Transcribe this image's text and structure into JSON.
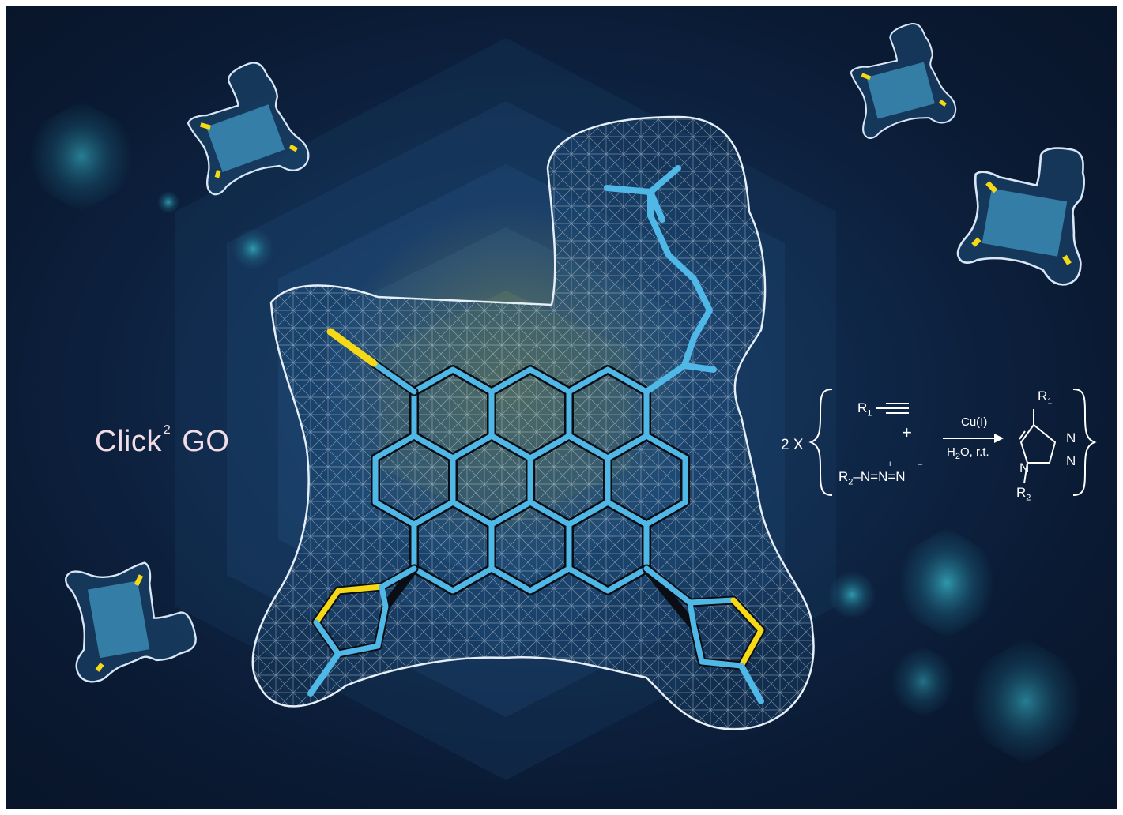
{
  "cover": {
    "title_main": "Click",
    "title_superscript": "2",
    "title_suffix": " GO"
  },
  "equation": {
    "multiplier": "2 X",
    "reactant_alkyne_r": "R",
    "reactant_alkyne_sub": "1",
    "plus": "+",
    "reactant_azide_r": "R",
    "reactant_azide_sub": "2",
    "reactant_azide_rest": "–N=N=N",
    "azide_plus_charge": "+",
    "azide_minus_charge": "–",
    "catalyst": "Cu(I)",
    "conditions_prefix": "H",
    "conditions_sub": "2",
    "conditions_suffix": "O, r.t.",
    "product_r1": "R",
    "product_r1_sub": "1",
    "product_r2": "R",
    "product_r2_sub": "2",
    "product_n1": "N",
    "product_n2": "N",
    "product_n3": "N"
  },
  "colors": {
    "background": "#0a1a33",
    "graphene_bond": "#4fb8e6",
    "sulfur_bond": "#f5d816",
    "mesh": "#e6eef8",
    "title_text": "#f2dde6",
    "equation_text": "#ffffff"
  }
}
